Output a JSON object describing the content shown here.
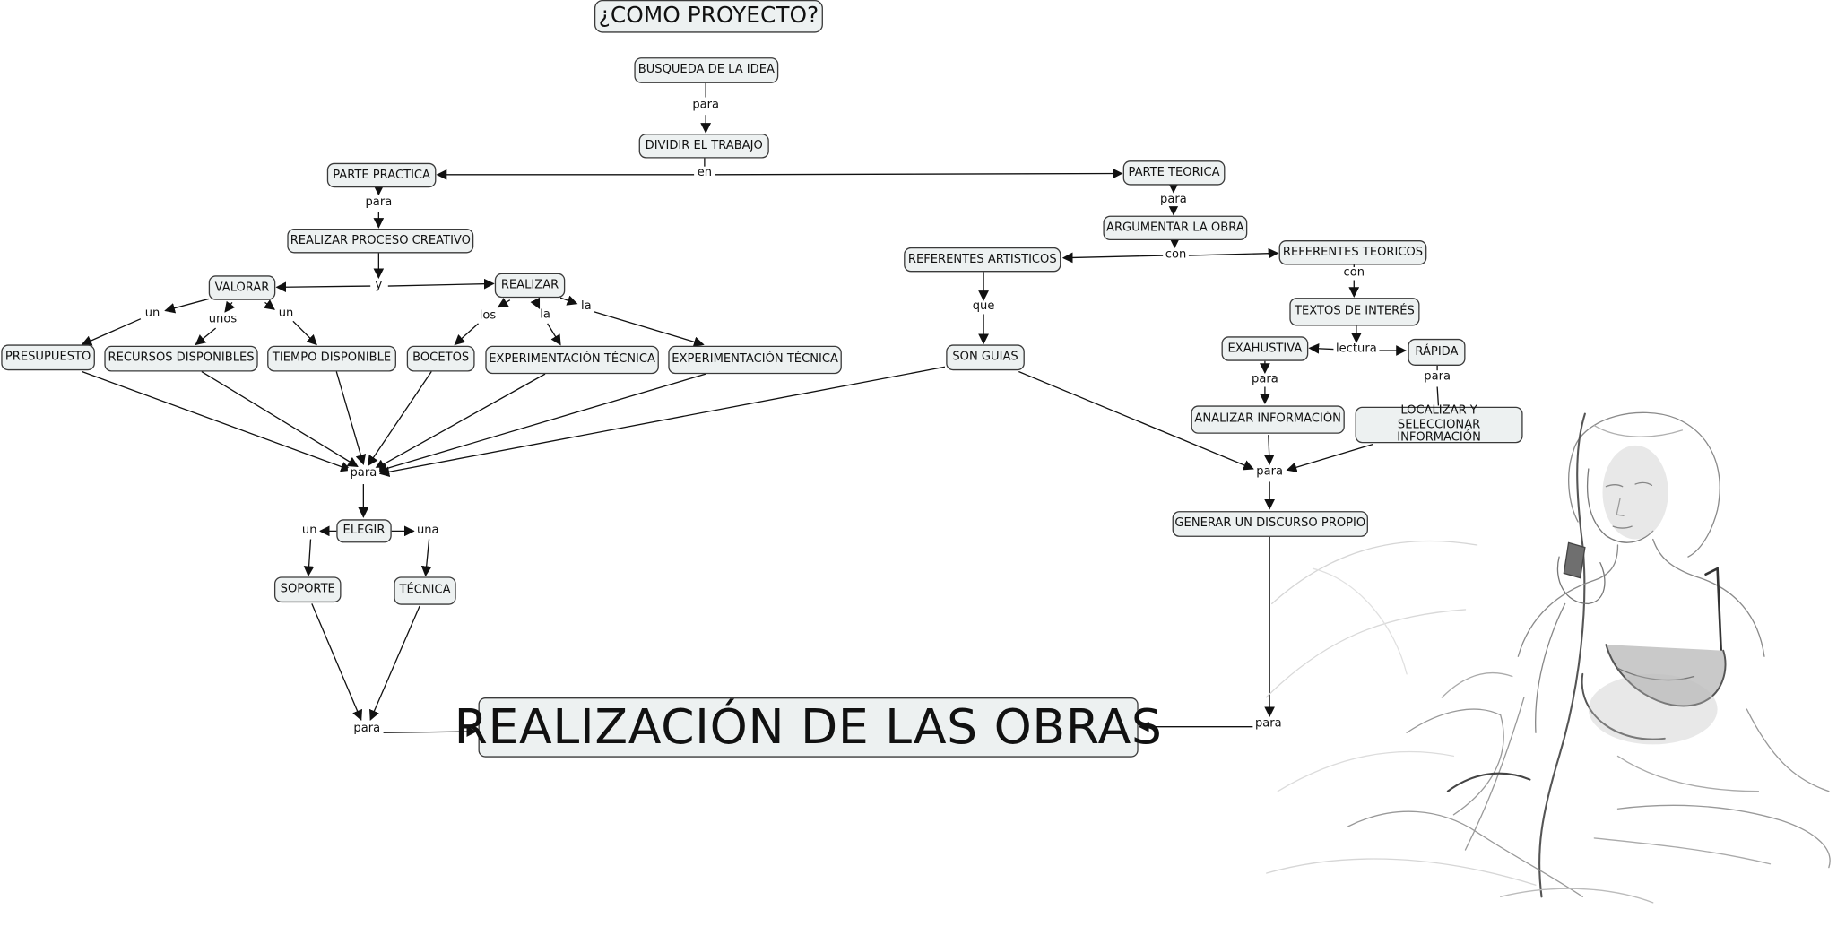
{
  "title": "¿COMO PROYECTO?",
  "nodes": {
    "busqueda": "BUSQUEDA DE LA IDEA",
    "dividir": "DIVIDIR EL TRABAJO",
    "parte_practica": "PARTE PRACTICA",
    "parte_teorica": "PARTE TEORICA",
    "realizar_proceso": "REALIZAR PROCESO CREATIVO",
    "argumentar": "ARGUMENTAR LA OBRA",
    "ref_artisticos": "REFERENTES ARTISTICOS",
    "ref_teoricos": "REFERENTES TEORICOS",
    "valorar": "VALORAR",
    "realizar": "REALIZAR",
    "textos": "TEXTOS DE INTERÉS",
    "presupuesto": "PRESUPUESTO",
    "recursos": "RECURSOS DISPONIBLES",
    "tiempo": "TIEMPO DISPONIBLE",
    "bocetos": "BOCETOS",
    "exp_tecnica_1": "EXPERIMENTACIÓN TÉCNICA",
    "exp_tecnica_2": "EXPERIMENTACIÓN TÉCNICA",
    "son_guias": "SON GUIAS",
    "exahustiva": "EXAHUSTIVA",
    "rapida": "RÁPIDA",
    "analizar": "ANALIZAR INFORMACIÓN",
    "localizar": "LOCALIZAR Y SELECCIONAR INFORMACIÓN",
    "generar": "GENERAR UN DISCURSO PROPIO",
    "elegir": "ELEGIR",
    "soporte": "SOPORTE",
    "tecnica": "TÉCNICA",
    "realizacion": "REALIZACIÓN DE LAS OBRAS"
  },
  "links": {
    "para_1": "para",
    "en": "en",
    "para_2": "para",
    "para_3": "para",
    "y": "y",
    "con_1": "con",
    "que": "que",
    "con_2": "con",
    "un_1": "un",
    "unos": "unos",
    "un_2": "un",
    "los": "los",
    "la_1": "la",
    "la_2": "la",
    "lectura": "lectura",
    "para_4": "para",
    "para_5": "para",
    "para_6": "para",
    "para_7": "para",
    "un_3": "un",
    "una": "una",
    "para_8": "para",
    "para_9": "para"
  },
  "colors": {
    "node_fill": "#edf1f1",
    "node_border": "#3a3a3a",
    "edge": "#111111"
  }
}
